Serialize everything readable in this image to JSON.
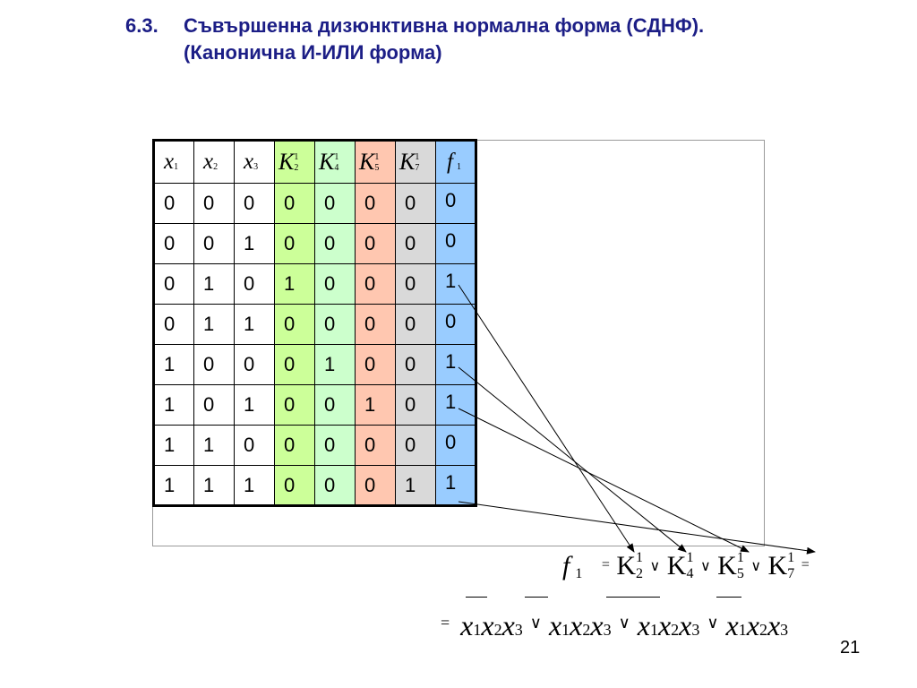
{
  "title": {
    "number": "6.3.",
    "line1": "Съвършенна дизюнктивна нормална форма (СДНФ).",
    "line2": "(Канонична И-ИЛИ форма)"
  },
  "table": {
    "headers": [
      {
        "base": "x",
        "sub": "1",
        "sup": ""
      },
      {
        "base": "x",
        "sub": "2",
        "sup": ""
      },
      {
        "base": "x",
        "sub": "3",
        "sup": ""
      },
      {
        "base": "K",
        "sub": "2",
        "sup": "1"
      },
      {
        "base": "K",
        "sub": "4",
        "sup": "1"
      },
      {
        "base": "K",
        "sub": "5",
        "sup": "1"
      },
      {
        "base": "K",
        "sub": "7",
        "sup": "1"
      },
      {
        "base": "f",
        "sub": "1",
        "sup": ""
      }
    ],
    "rows": [
      [
        "0",
        "0",
        "0",
        "0",
        "0",
        "0",
        "0",
        "0"
      ],
      [
        "0",
        "0",
        "1",
        "0",
        "0",
        "0",
        "0",
        "0"
      ],
      [
        "0",
        "1",
        "0",
        "1",
        "0",
        "0",
        "0",
        "1"
      ],
      [
        "0",
        "1",
        "1",
        "0",
        "0",
        "0",
        "0",
        "0"
      ],
      [
        "1",
        "0",
        "0",
        "0",
        "1",
        "0",
        "0",
        "1"
      ],
      [
        "1",
        "0",
        "1",
        "0",
        "0",
        "1",
        "0",
        "1"
      ],
      [
        "1",
        "1",
        "0",
        "0",
        "0",
        "0",
        "0",
        "0"
      ],
      [
        "1",
        "1",
        "1",
        "0",
        "0",
        "0",
        "1",
        "1"
      ]
    ],
    "colors": {
      "k2": "#ccff99",
      "k4": "#ccffcc",
      "k5": "#ffc7b0",
      "k7": "#d9d9d9",
      "f1": "#99ccff"
    }
  },
  "eq1": {
    "lhs": "f",
    "lhs_sub": "1",
    "eq": "=",
    "or": "∨",
    "terms": [
      {
        "base": "K",
        "sub": "2",
        "sup": "1"
      },
      {
        "base": "K",
        "sub": "4",
        "sup": "1"
      },
      {
        "base": "K",
        "sub": "5",
        "sup": "1"
      },
      {
        "base": "K",
        "sub": "7",
        "sup": "1"
      }
    ],
    "tail": "="
  },
  "eq2": {
    "lead": "=",
    "or": "∨",
    "var": "x",
    "subs": [
      "1",
      "2",
      "3"
    ]
  },
  "page_number": "21"
}
